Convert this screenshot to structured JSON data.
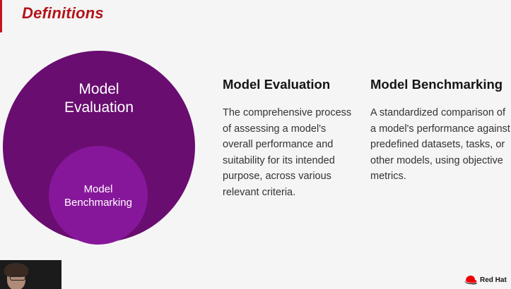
{
  "slide": {
    "title": "Definitions"
  },
  "diagram": {
    "outer_label_line1": "Model",
    "outer_label_line2": "Evaluation",
    "inner_label_line1": "Model",
    "inner_label_line2": "Benchmarking",
    "outer_color": "#690d70",
    "inner_color": "#87179a"
  },
  "definitions": [
    {
      "heading": "Model Evaluation",
      "body": "The comprehensive process of assessing a model's overall performance and suitability for its intended purpose, across various relevant criteria."
    },
    {
      "heading": "Model Benchmarking",
      "body": "A standardized comparison of a model's performance against predefined datasets, tasks, or other models, using objective metrics."
    }
  ],
  "branding": {
    "logo_text": "Red Hat",
    "accent_color": "#c4161c"
  }
}
